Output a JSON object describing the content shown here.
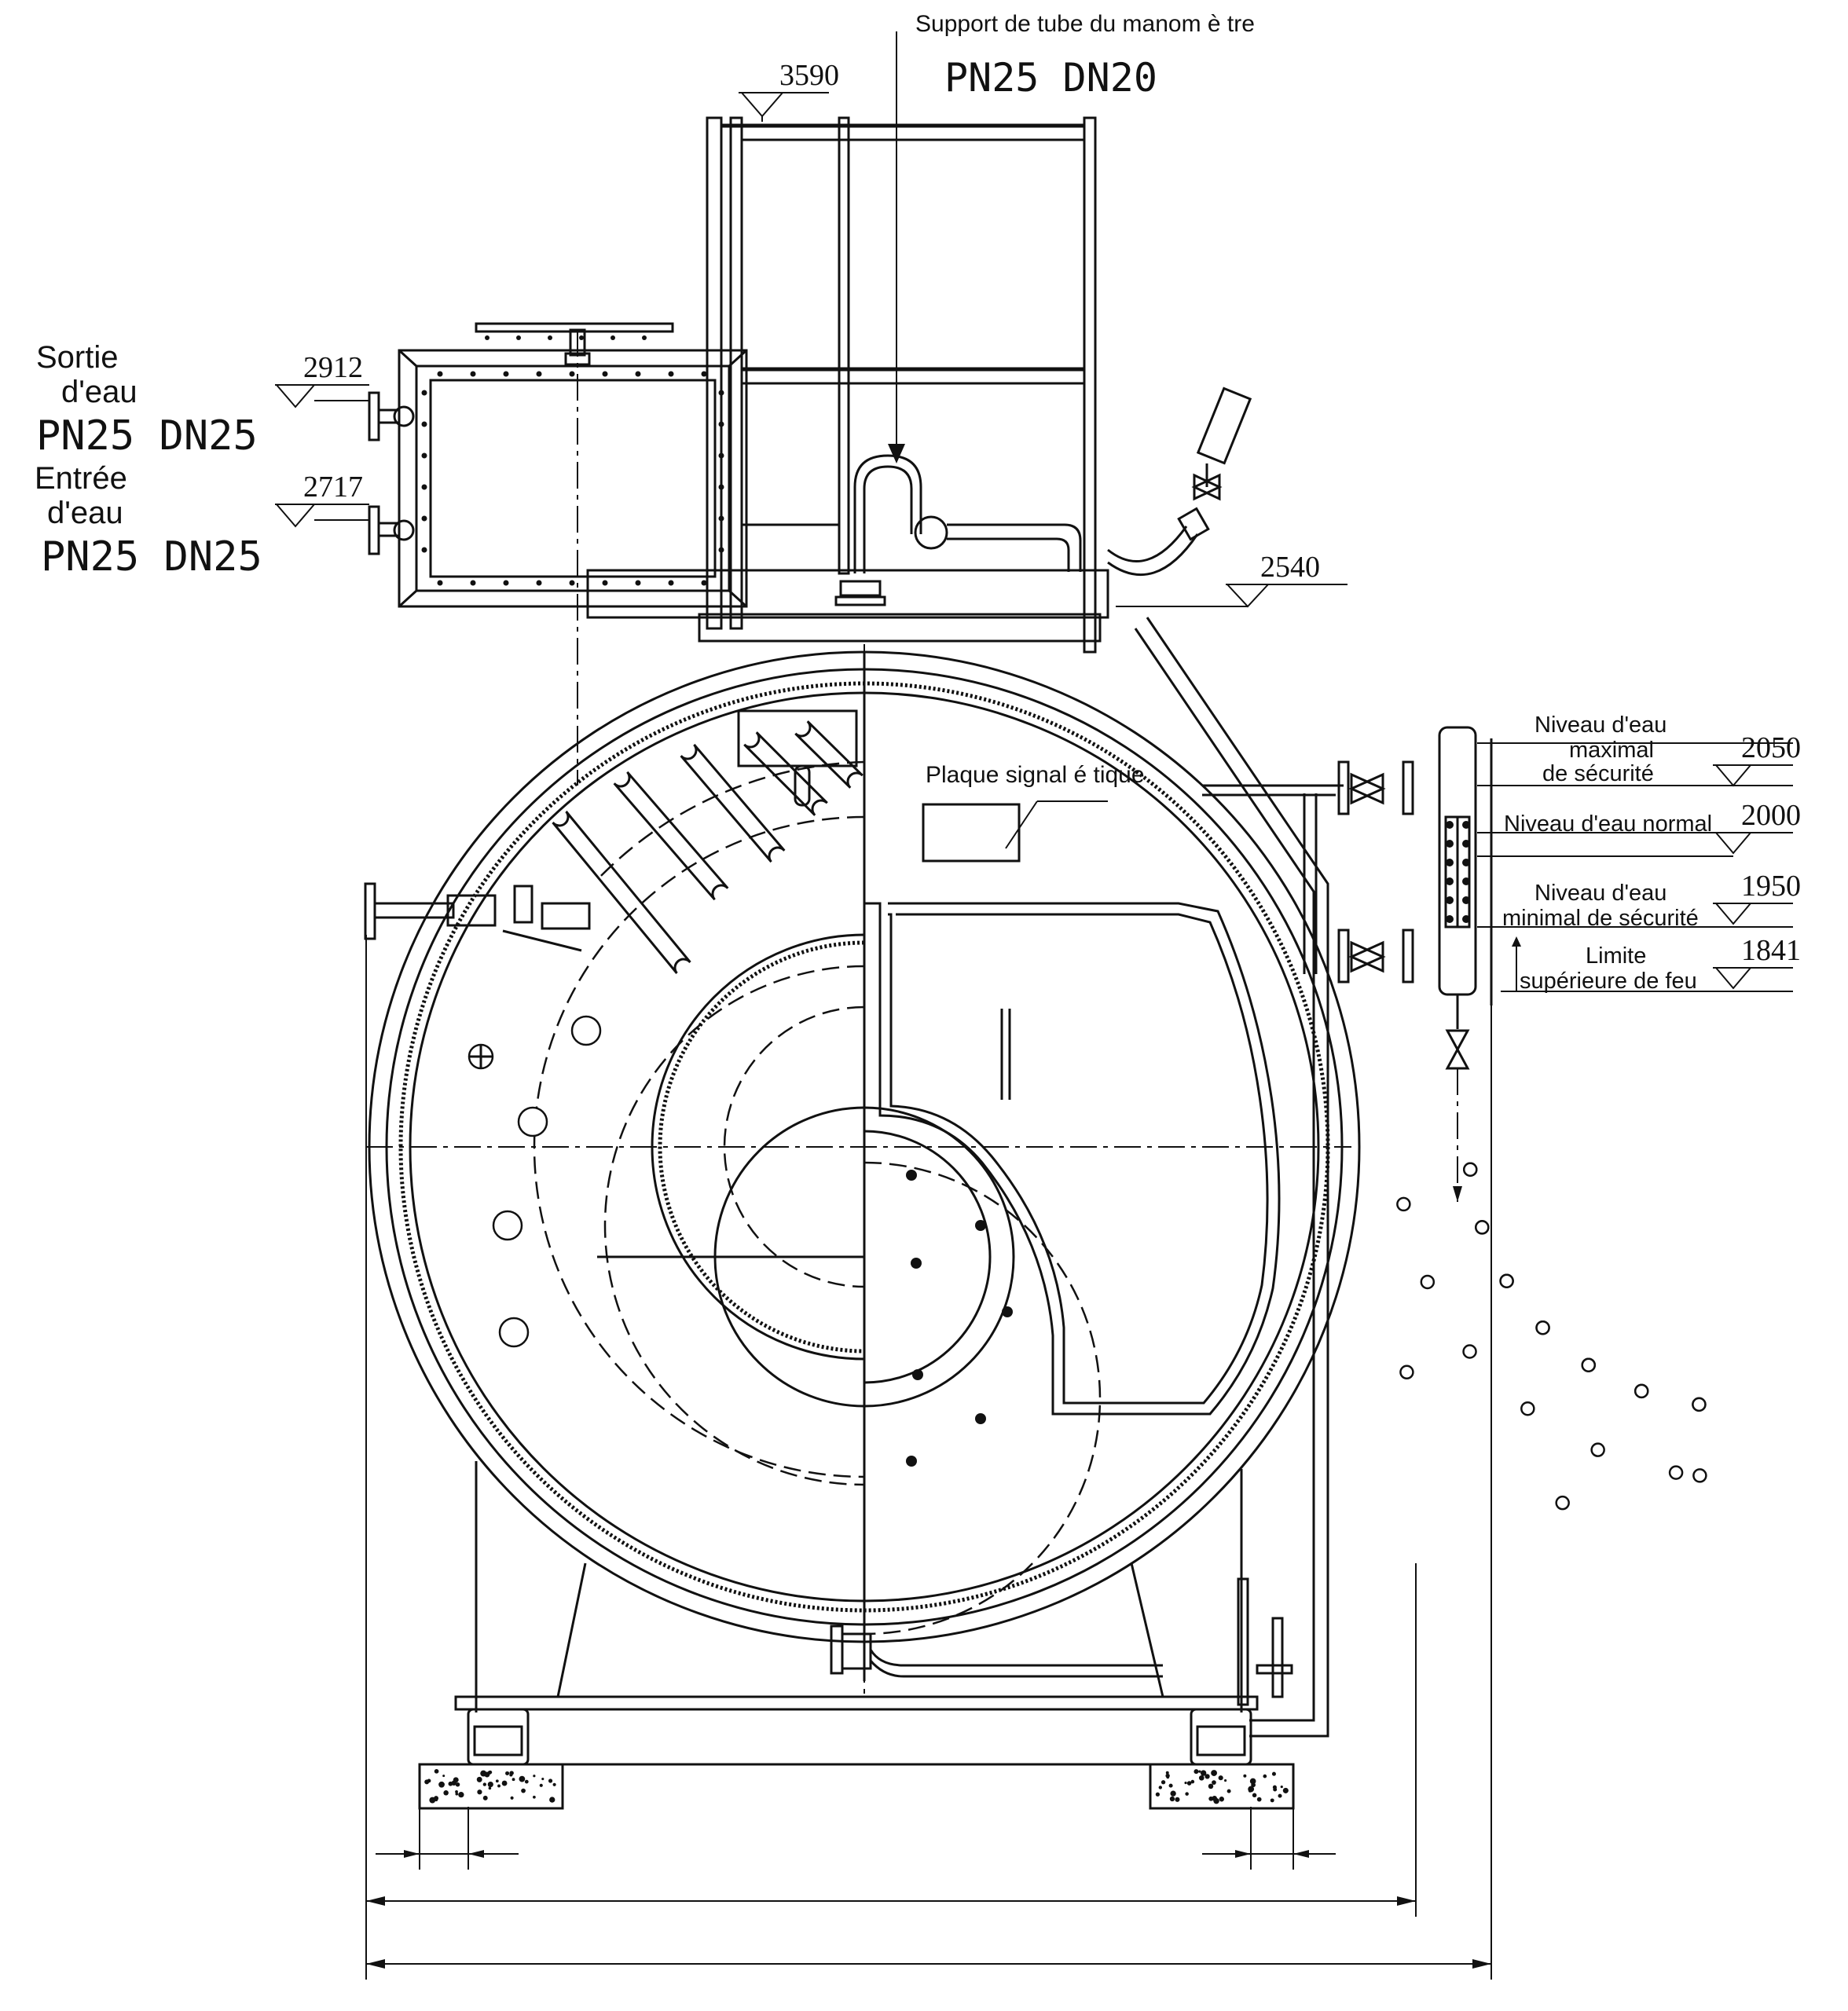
{
  "labels": {
    "manometer_support": "Support de tube du manom è tre",
    "manometer_spec": "PN25 DN20",
    "water_outlet_line1": "Sortie",
    "water_outlet_line2": "d'eau",
    "water_outlet_spec": "PN25 DN25",
    "water_inlet_line1": "Entrée",
    "water_inlet_line2": "d'eau",
    "water_inlet_spec": "PN25 DN25",
    "nameplate": "Plaque signal é tique",
    "level_max_line1": "Niveau d'eau",
    "level_max_line2": "maximal",
    "level_max_line3": "de sécurité",
    "level_normal": "Niveau d'eau normal",
    "level_min_line1": "Niveau d'eau",
    "level_min_line2": "minimal de sécurité",
    "fire_limit_line1": "Limite",
    "fire_limit_line2": "supérieure de feu"
  },
  "elevations": {
    "top": "3590",
    "outlet": "2912",
    "inlet": "2717",
    "platform": "2540",
    "max_safe": "2050",
    "normal": "2000",
    "min_safe": "1950",
    "fire_limit": "1841"
  }
}
